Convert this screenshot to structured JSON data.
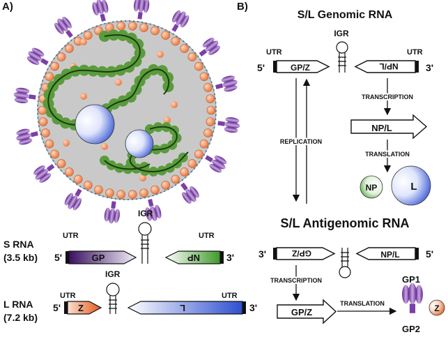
{
  "panel_a": {
    "label": "A)",
    "s_rna": {
      "name": "S RNA",
      "size": "(3.5 kb)",
      "utr_left": "UTR",
      "utr_right": "UTR",
      "igr": "IGR",
      "five_prime": "5'",
      "three_prime": "3'",
      "gene_left": "GP",
      "gene_right": "NP"
    },
    "l_rna": {
      "name": "L RNA",
      "size": "(7.2 kb)",
      "utr_left": "UTR",
      "utr_right": "UTR",
      "igr": "IGR",
      "five_prime": "5'",
      "three_prime": "3'",
      "gene_left": "Z",
      "gene_right": "L"
    }
  },
  "panel_b": {
    "label": "B)",
    "genomic": {
      "title": "S/L Genomic RNA",
      "igr": "IGR",
      "utr_left": "UTR",
      "utr_right": "UTR",
      "five_prime": "5'",
      "three_prime": "3'",
      "gene_left": "GP/Z",
      "gene_right": "NP/L"
    },
    "replication": "REPLICATION",
    "transcription_top": "TRANSCRIPTION",
    "mrna_top": "NP/L",
    "translation_top": "TRANSLATION",
    "protein_np": "NP",
    "protein_l": "L",
    "antigenomic": {
      "title": "S/L Antigenomic RNA",
      "three_prime": "3'",
      "five_prime": "5'",
      "gene_left": "GP/Z",
      "gene_right": "NP/L"
    },
    "transcription_bottom": "TRANSCRIPTION",
    "mrna_bottom": "GP/Z",
    "translation_bottom": "TRANSLATION",
    "protein_gp1": "GP1",
    "protein_gp2": "GP2",
    "protein_z": "Z"
  },
  "colors": {
    "spike": "#7b3fa6",
    "lipid_bead": "#f0915a",
    "virion_fill": "#c9c9c9",
    "np_green": "#5fae3e",
    "l_blue": "#3f5fd6",
    "gp_purple": "#4a1a6e",
    "z_orange": "#e8652a"
  }
}
